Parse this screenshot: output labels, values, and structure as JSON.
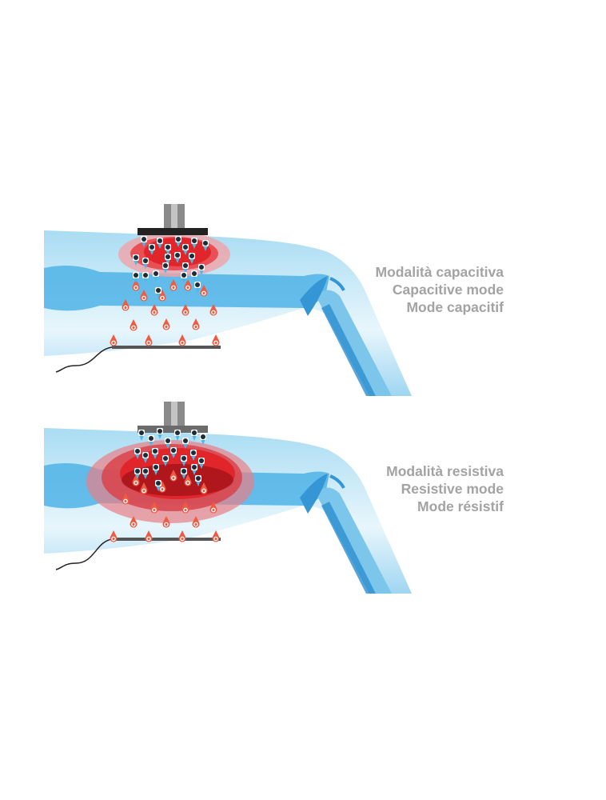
{
  "panels": [
    {
      "mode": "capacitive",
      "labels": [
        "Modalità capacitiva",
        "Capacitive mode",
        "Mode capacitif"
      ]
    },
    {
      "mode": "resistive",
      "labels": [
        "Modalità resistiva",
        "Resistive mode",
        "Mode résistif"
      ]
    }
  ],
  "colors": {
    "skin": "#bfe6f7",
    "bone": "#4fb3e6",
    "heat": "#e0262b",
    "text": "#a3a3a3"
  }
}
